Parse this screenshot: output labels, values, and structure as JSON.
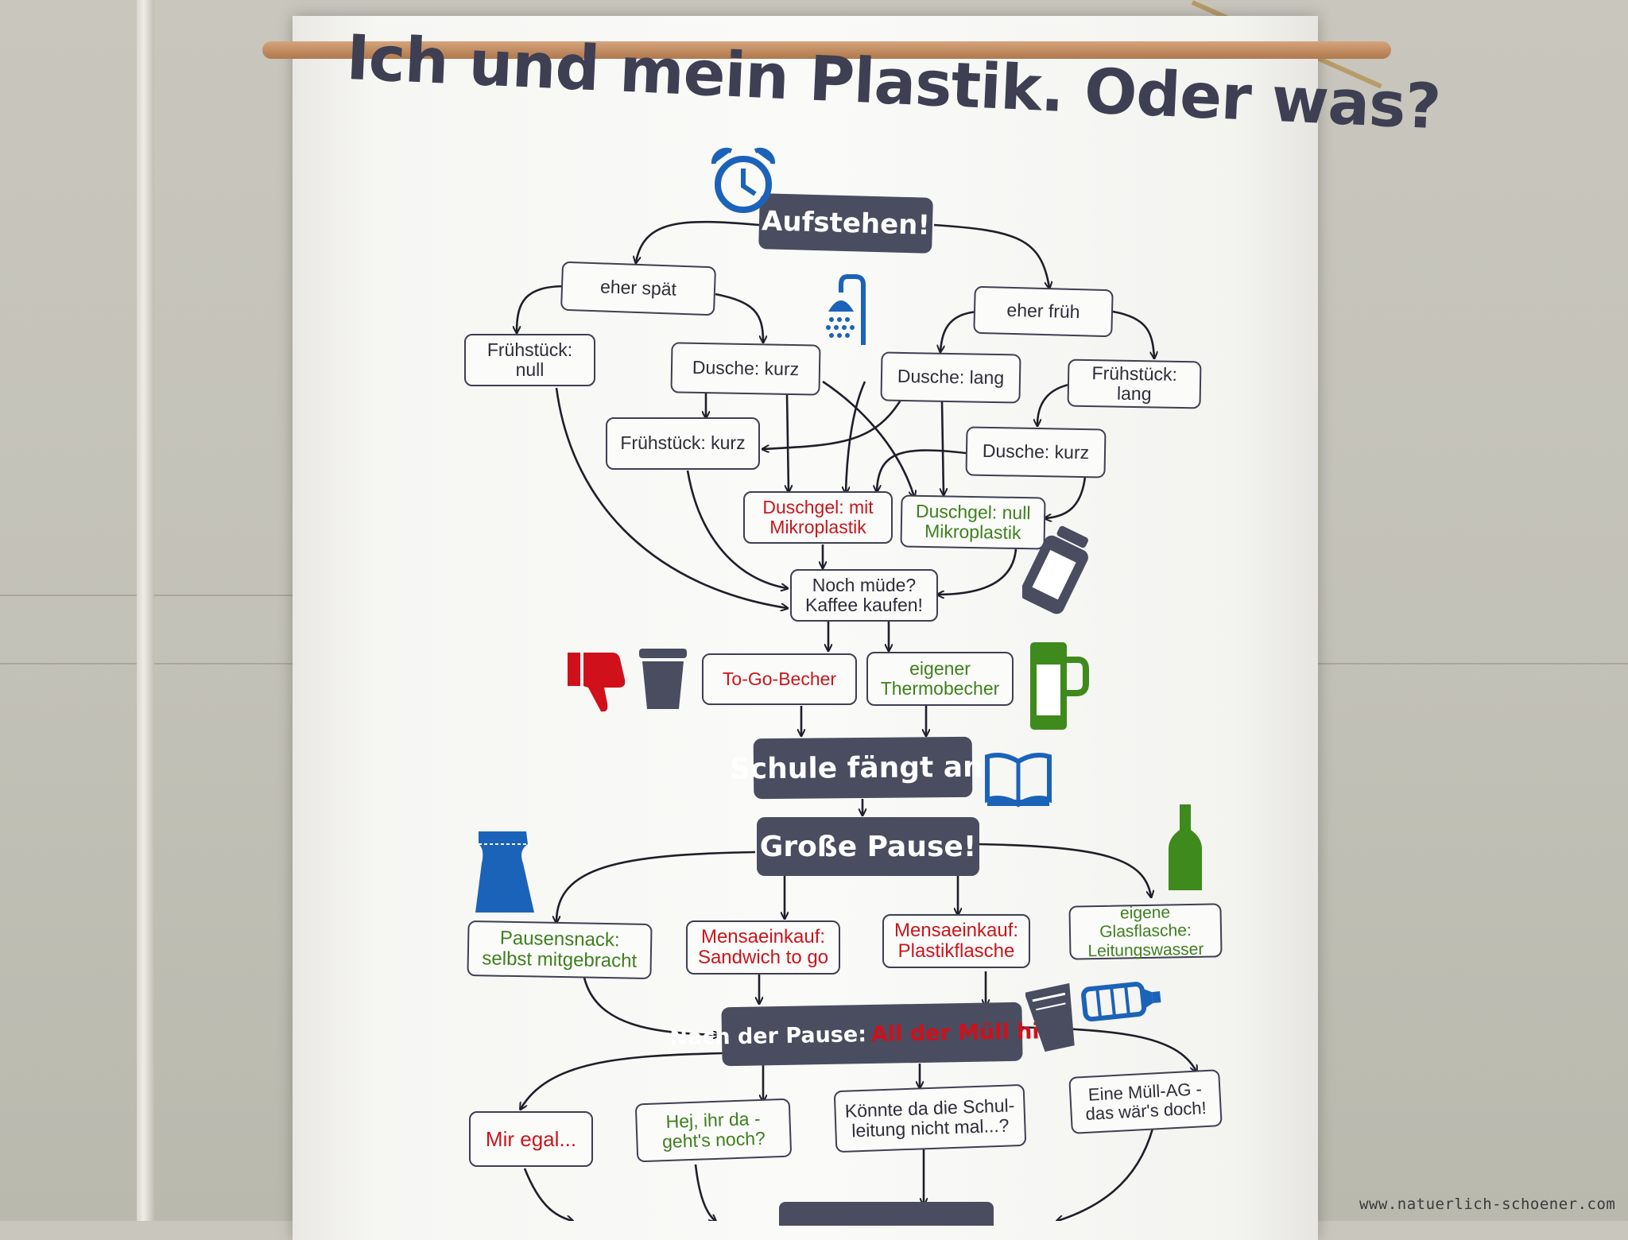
{
  "title": "Ich und mein Plastik. Oder was?",
  "start": "Aufstehen!",
  "nodes": {
    "eher_spaet": "eher spät",
    "eher_frueh": "eher früh",
    "fruehstueck_null": "Frühstück: null",
    "dusche_kurz_1": "Dusche: kurz",
    "dusche_lang": "Dusche: lang",
    "fruehstueck_lang": "Frühstück: lang",
    "fruehstueck_kurz": "Frühstück: kurz",
    "dusche_kurz_2": "Dusche: kurz",
    "duschgel_mit": "Duschgel: mit Mikroplastik",
    "duschgel_null": "Duschgel: null Mikroplastik",
    "kaffee": "Noch müde? Kaffee kaufen!",
    "to_go": "To-Go-Becher",
    "thermo": "eigener Thermobecher",
    "schule": "Schule fängt an!",
    "pause": "Große Pause!",
    "snack": "Pausensnack: selbst mitgebracht",
    "sandwich": "Mensaeinkauf: Sandwich to go",
    "plastikflasche": "Mensaeinkauf: Plastikflasche",
    "glasflasche": "eigene Glasflasche: Leitungswasser",
    "nach_pause": "Nach der Pause:",
    "nach_pause_highlight": "All der Müll hier!",
    "egal": "Mir egal...",
    "hej": "Hej, ihr da - geht's noch?",
    "schulleitung": "Könnte da die Schul-leitung nicht mal...?",
    "muell_ag": "Eine Müll-AG - das wär's doch!"
  },
  "icons": [
    "alarm-clock",
    "shower",
    "shower-gel-bottle",
    "thumbs-down",
    "coffee-cup",
    "beer-mug",
    "book",
    "paper-bag",
    "glass-bottle",
    "plastic-cup",
    "plastic-bottle"
  ],
  "colors": {
    "navy": "#3e3f52",
    "pill": "#4a4c60",
    "red": "#c8161d",
    "green": "#3f7f1f",
    "blue": "#1b63b8"
  },
  "watermark": "www.natuerlich-schoener.com"
}
